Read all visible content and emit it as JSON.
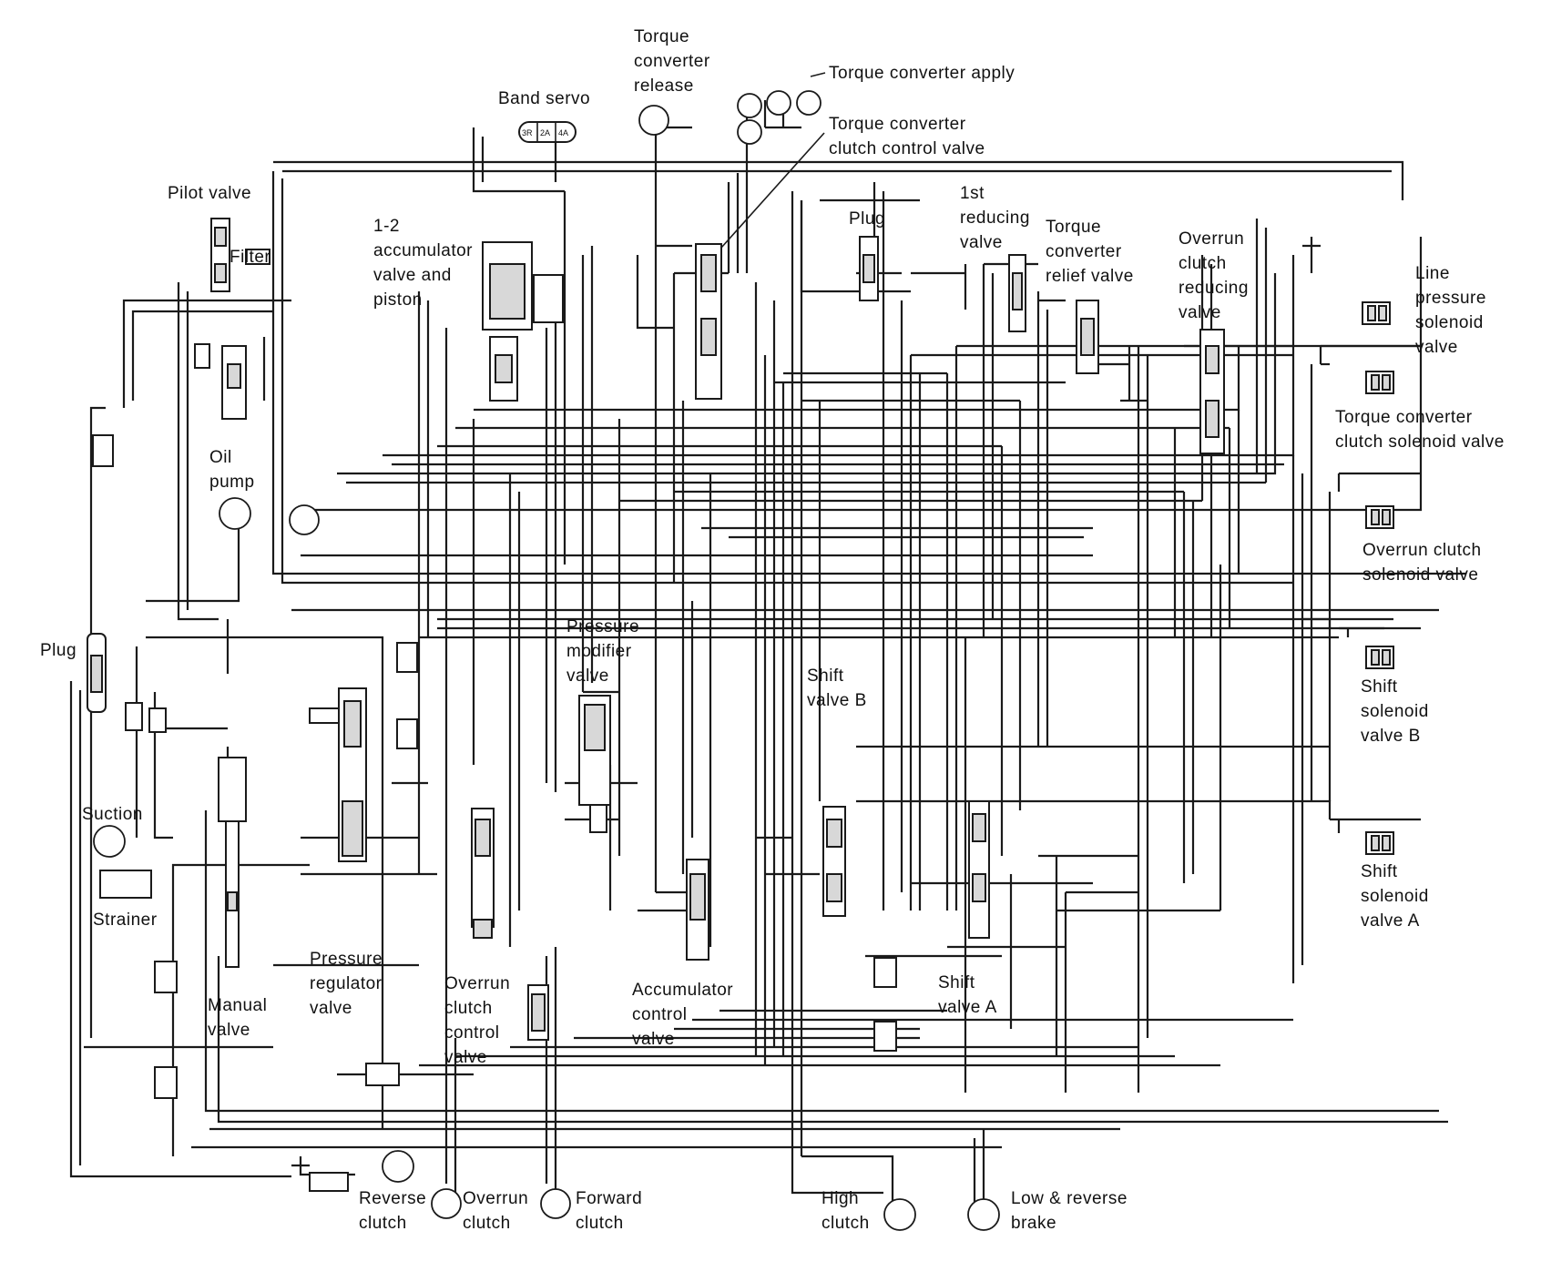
{
  "diagram": {
    "labels": {
      "torque_converter_release": [
        "Torque",
        "converter",
        "release"
      ],
      "torque_converter_apply": [
        "Torque converter apply"
      ],
      "band_servo": [
        "Band servo"
      ],
      "band_servo_ports": [
        "3R",
        "2A",
        "4A"
      ],
      "tcc_control_valve": [
        "Torque converter",
        "clutch control valve"
      ],
      "pilot_valve": [
        "Pilot valve"
      ],
      "filter": [
        "Filter"
      ],
      "accumulator_1_2": [
        "1-2",
        "accumulator",
        "valve and",
        "piston"
      ],
      "plug_top": [
        "Plug"
      ],
      "first_reducing_valve": [
        "1st",
        "reducing",
        "valve"
      ],
      "tc_relief_valve": [
        "Torque",
        "converter",
        "relief valve"
      ],
      "overrun_clutch_reducing_valve": [
        "Overrun",
        "clutch",
        "reducing",
        "valve"
      ],
      "line_pressure_solenoid": [
        "Line",
        "pressure",
        "solenoid",
        "valve"
      ],
      "tcc_solenoid": [
        "Torque converter",
        "clutch solenoid valve"
      ],
      "oil_pump": [
        "Oil",
        "pump"
      ],
      "overrun_clutch_solenoid": [
        "Overrun clutch",
        "solenoid valve"
      ],
      "plug_left": [
        "Plug"
      ],
      "pressure_modifier_valve": [
        "Pressure",
        "modifier",
        "valve"
      ],
      "shift_valve_b": [
        "Shift",
        "valve B"
      ],
      "shift_solenoid_b": [
        "Shift",
        "solenoid",
        "valve B"
      ],
      "suction": [
        "Suction"
      ],
      "strainer": [
        "Strainer"
      ],
      "pressure_regulator_valve": [
        "Pressure",
        "regulator",
        "valve"
      ],
      "overrun_clutch_control_valve": [
        "Overrun",
        "clutch",
        "control",
        "valve"
      ],
      "accumulator_control_valve": [
        "Accumulator",
        "control",
        "valve"
      ],
      "shift_valve_a": [
        "Shift",
        "valve A"
      ],
      "shift_solenoid_a": [
        "Shift",
        "solenoid",
        "valve A"
      ],
      "manual_valve": [
        "Manual",
        "valve"
      ],
      "reverse_clutch": [
        "Reverse",
        "clutch"
      ],
      "overrun_clutch": [
        "Overrun",
        "clutch"
      ],
      "forward_clutch": [
        "Forward",
        "clutch"
      ],
      "high_clutch": [
        "High",
        "clutch"
      ],
      "low_reverse_brake": [
        "Low & reverse",
        "brake"
      ]
    }
  }
}
